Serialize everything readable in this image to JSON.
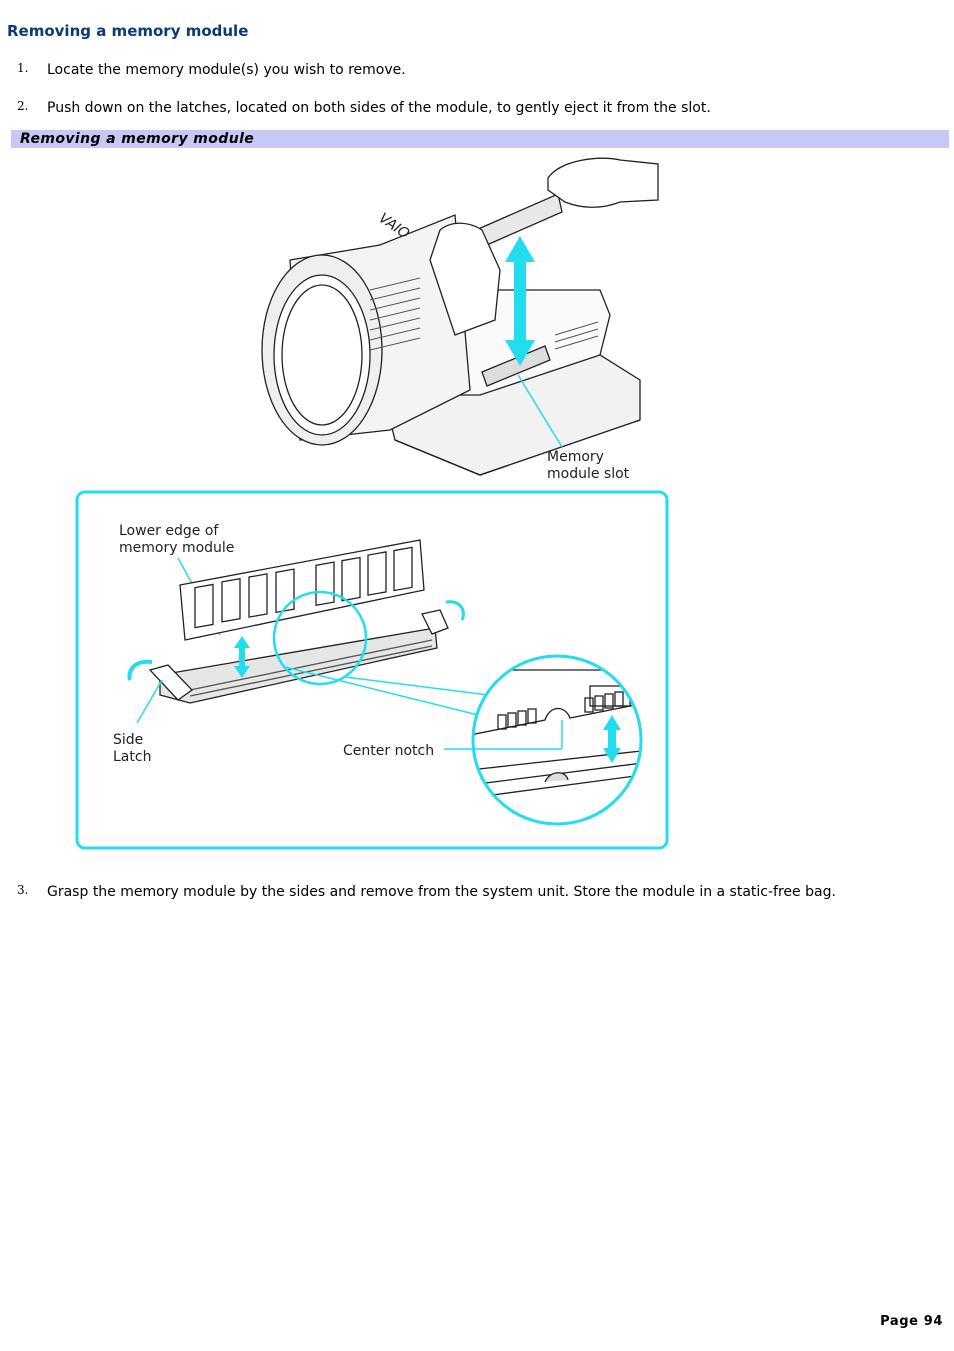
{
  "page": {
    "title": "Removing a memory module",
    "steps": [
      {
        "number": "1.",
        "text": "Locate the memory module(s) you wish to remove."
      },
      {
        "number": "2.",
        "text": "Push down on the latches, located on both sides of the module, to gently eject it from the slot."
      },
      {
        "number": "3.",
        "text": "Grasp the memory module by the sides and remove from the system unit. Store the module in a static-free bag."
      }
    ],
    "figure_caption": "Removing a memory module",
    "figure": {
      "logo": "VAIO",
      "slot_label_line1": "Memory",
      "slot_label_line2": "module slot",
      "lower_edge_line1": "Lower edge of",
      "lower_edge_line2": "memory module",
      "side_latch_line1": "Side",
      "side_latch_line2": "Latch",
      "center_notch": "Center notch"
    },
    "footer": "Page 94"
  },
  "colors": {
    "title": "#0a3a7a",
    "caption_bar": "#c8c8f6",
    "callout": "#22ddee"
  }
}
